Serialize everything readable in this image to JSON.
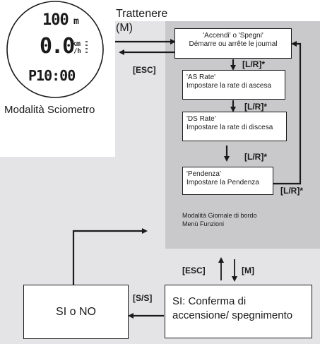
{
  "watch": {
    "row1_value": "100",
    "row1_unit": "m",
    "row2_value": "0.0",
    "row2_unit_top": "km",
    "row2_unit_bottom": "/h",
    "row3_value": "P10:00",
    "caption": "Modalità Sciometro"
  },
  "top": {
    "hold_label": "Trattenere",
    "hold_key": "(M)",
    "esc_label": "[ESC]"
  },
  "menu": {
    "items": [
      {
        "line1": "'Accendi' o 'Spegni'",
        "line2": "Démarre ou arrête le journal"
      },
      {
        "line1": "'AS Rate'",
        "line2": "Impostare la rate di ascesa"
      },
      {
        "line1": "'DS Rate'",
        "line2": "Impostare la rate di discesa"
      },
      {
        "line1": "'Pendenza'",
        "line2": "Impostare la Pendenza"
      }
    ],
    "step_label": "[L/R]*",
    "loop_label": "[L/R]*",
    "panel_title_1": "Modalità Giornale di bordo",
    "panel_title_2": "Menù Funzioni"
  },
  "bottom": {
    "esc_label": "[ESC]",
    "m_label": "[M]",
    "ss_label": "[S/S]",
    "confirm_line1": "SI: Conferma di",
    "confirm_line2": "accensione/ spegnimento",
    "yesno": "SI o NO"
  }
}
